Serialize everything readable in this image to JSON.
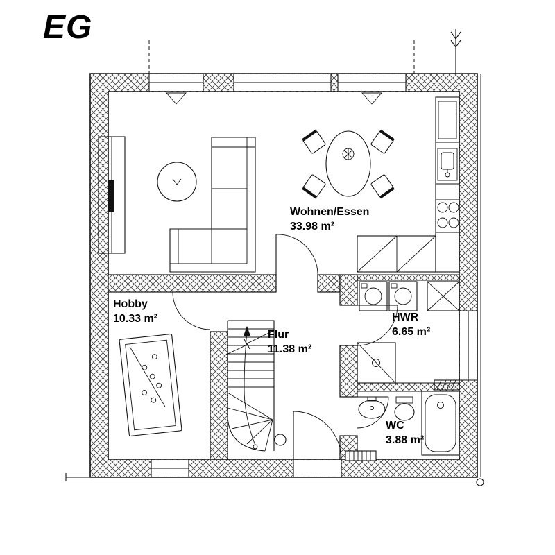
{
  "title": "EG",
  "rooms": {
    "wohnen": {
      "name": "Wohnen/Essen",
      "area": "33.98 m²"
    },
    "hobby": {
      "name": "Hobby",
      "area": "10.33 m²"
    },
    "flur": {
      "name": "Flur",
      "area": "11.38 m²"
    },
    "hwr": {
      "name": "HWR",
      "area": "6.65 m²"
    },
    "wc": {
      "name": "WC",
      "area": "3.88 m²"
    }
  },
  "colors": {
    "line": "#111111",
    "background": "#ffffff",
    "hatch": "#444444"
  }
}
